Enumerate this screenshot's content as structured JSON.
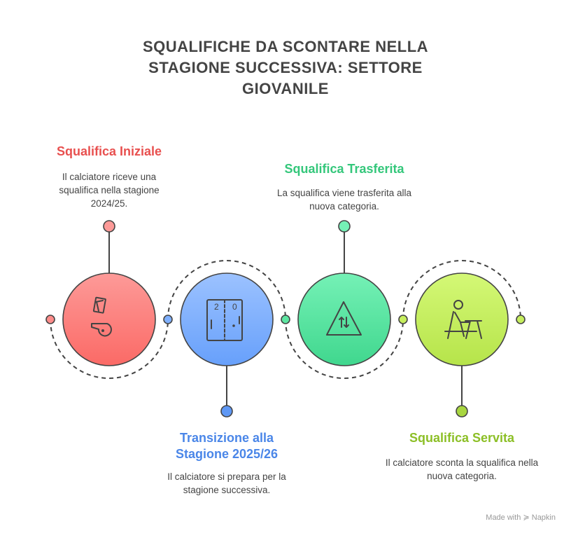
{
  "title": "SQUALIFICHE DA SCONTARE NELLA STAGIONE SUCCESSIVA: SETTORE GIOVANILE",
  "steps": [
    {
      "heading": "Squalifica Iniziale",
      "text": "Il calciatore riceve una squalifica nella stagione 2024/25.",
      "color": "#e8504f",
      "icon": "whistle-cards-icon"
    },
    {
      "heading": "Transizione alla Stagione 2025/26",
      "text": "Il calciatore si prepara per la stagione successiva.",
      "color": "#4a86e8",
      "icon": "scoreboard-icon"
    },
    {
      "heading": "Squalifica Trasferita",
      "text": "La squalifica viene trasferita alla nuova categoria.",
      "color": "#34c77b",
      "icon": "transfer-warning-icon"
    },
    {
      "heading": "Squalifica Servita",
      "text": "Il calciatore sconta la squalifica nella nuova categoria.",
      "color": "#8cbf26",
      "icon": "person-at-desk-icon"
    }
  ],
  "footer": "Made with ≽ Napkin"
}
